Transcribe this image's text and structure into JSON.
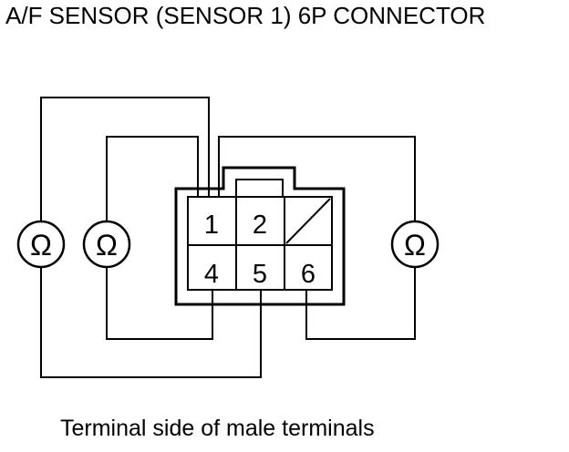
{
  "title": "A/F SENSOR (SENSOR 1) 6P CONNECTOR",
  "caption": "Terminal side of male terminals",
  "connector": {
    "terminals": {
      "t1": "1",
      "t2": "2",
      "t4": "4",
      "t5": "5",
      "t6": "6"
    }
  },
  "meters": {
    "left_outer": "Ω",
    "left_inner": "Ω",
    "right": "Ω"
  }
}
